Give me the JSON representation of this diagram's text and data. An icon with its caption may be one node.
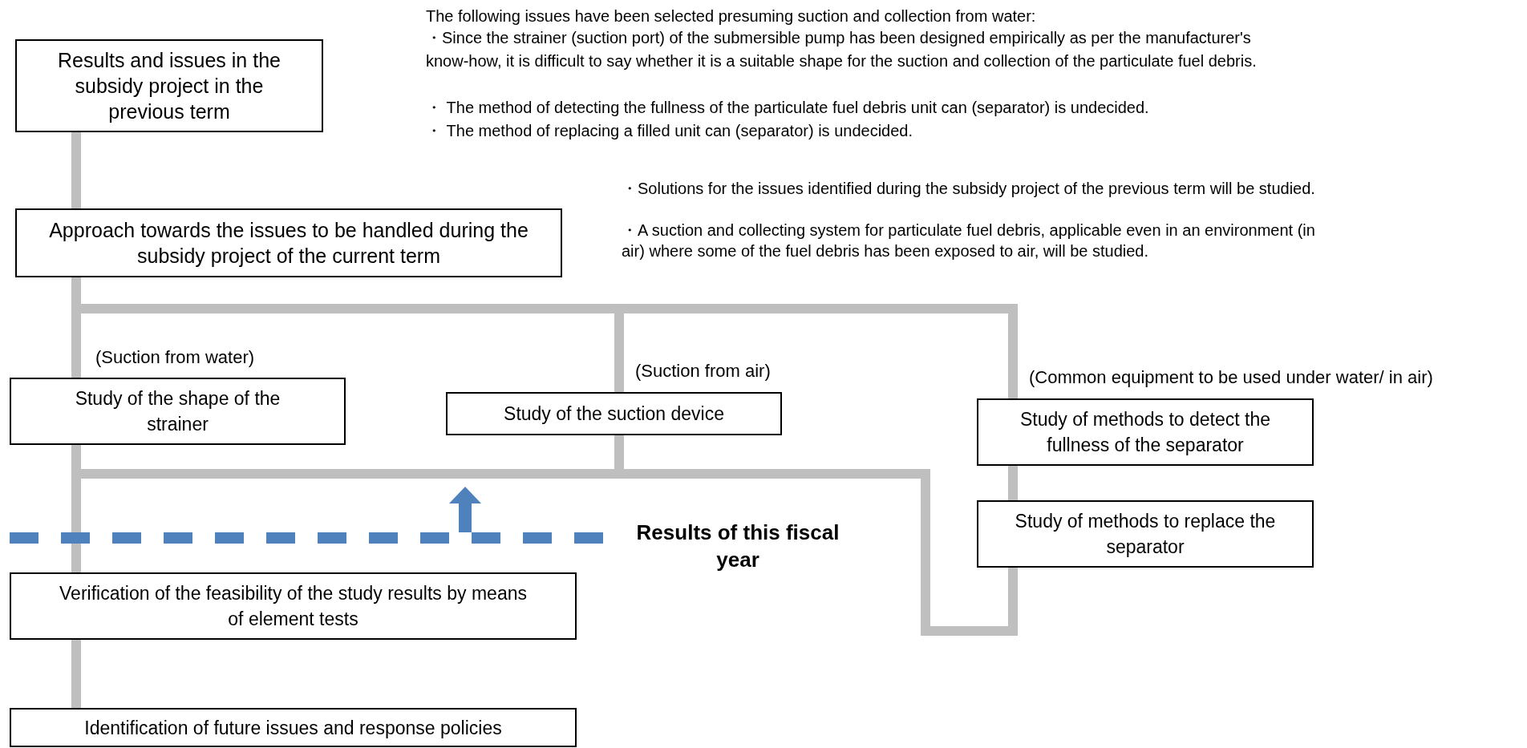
{
  "diagram": {
    "nodes": [
      {
        "text": [
          "Results and issues in the subsidy project in the previous term"
        ]
      },
      {
        "text": [
          "Approach towards the issues to be handled during the subsidy project of the current term"
        ]
      },
      {
        "text": [
          "Study of the shape of the strainer"
        ],
        "beside": [
          "(Suction from water)"
        ]
      },
      {
        "text": [
          "Study of the suction device"
        ],
        "beside": [
          "(Suction from air)"
        ]
      },
      {
        "text": [
          "Study of methods to detect the fullness of the separator"
        ],
        "beside": [
          "(Common equipment to be used under water/ in air)"
        ]
      },
      {
        "text": [
          "Study of methods to replace the separator"
        ]
      },
      {
        "text": [
          "Verification of the feasibility of the study results by means of element tests"
        ]
      },
      {
        "text": [
          "Identification of future issues and response policies"
        ]
      }
    ],
    "edges": [
      {
        "from": 0,
        "to": 1,
        "arrow": "none"
      },
      {
        "from": 1,
        "to": 2,
        "arrow": "none"
      },
      {
        "from": 1,
        "to": 3,
        "arrow": "none"
      },
      {
        "from": 1,
        "to": 4,
        "arrow": "none"
      },
      {
        "from": 2,
        "to": 6,
        "arrow": "none"
      },
      {
        "from": 3,
        "to": 6,
        "arrow": "none"
      },
      {
        "from": 4,
        "to": 5,
        "arrow": "none"
      },
      {
        "from": 5,
        "to": 6,
        "arrow": "none"
      },
      {
        "from": 6,
        "to": 7,
        "arrow": "none"
      }
    ],
    "labels": [
      "The following issues have been selected presuming suction and collection from water:",
      "・Since the strainer (suction port) of the submersible pump has been designed empirically as per the manufacturer's know-how, it is difficult to say whether it is a suitable shape for the suction and collection of the particulate fuel debris.",
      "・ The method of detecting the fullness of the particulate fuel debris unit can (separator) is undecided.",
      "・ The method of replacing a filled unit can (separator) is undecided.",
      "・Solutions for the issues identified during the subsidy project of the previous term will be studied.",
      "・A suction and collecting system for particulate fuel debris, applicable even in an environment (in air) where some of the fuel debris has been exposed to air, will be studied.",
      "Results of this fiscal year"
    ]
  }
}
